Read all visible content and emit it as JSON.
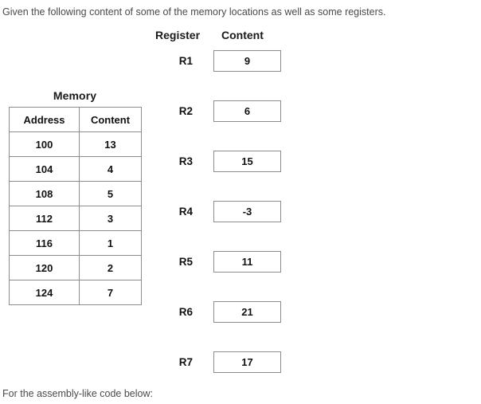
{
  "intro": {
    "text": "Given the following content of some of the memory locations as well as some registers."
  },
  "outro": {
    "text": "For the assembly-like code below:"
  },
  "memory": {
    "title": "Memory",
    "columns": [
      "Address",
      "Content"
    ],
    "rows": [
      {
        "address": "100",
        "content": "13"
      },
      {
        "address": "104",
        "content": "4"
      },
      {
        "address": "108",
        "content": "5"
      },
      {
        "address": "112",
        "content": "3"
      },
      {
        "address": "116",
        "content": "1"
      },
      {
        "address": "120",
        "content": "2"
      },
      {
        "address": "124",
        "content": "7"
      }
    ]
  },
  "registers": {
    "header": {
      "name": "Register",
      "content": "Content"
    },
    "rows": [
      {
        "name": "R1",
        "value": "9"
      },
      {
        "name": "R2",
        "value": "6"
      },
      {
        "name": "R3",
        "value": "15"
      },
      {
        "name": "R4",
        "value": "-3"
      },
      {
        "name": "R5",
        "value": "11"
      },
      {
        "name": "R6",
        "value": "21"
      },
      {
        "name": "R7",
        "value": "17"
      }
    ]
  },
  "colors": {
    "page_background": "#ffffff",
    "body_text": "#4a4a4a",
    "table_text": "#111111",
    "border": "#8c8c8c"
  }
}
